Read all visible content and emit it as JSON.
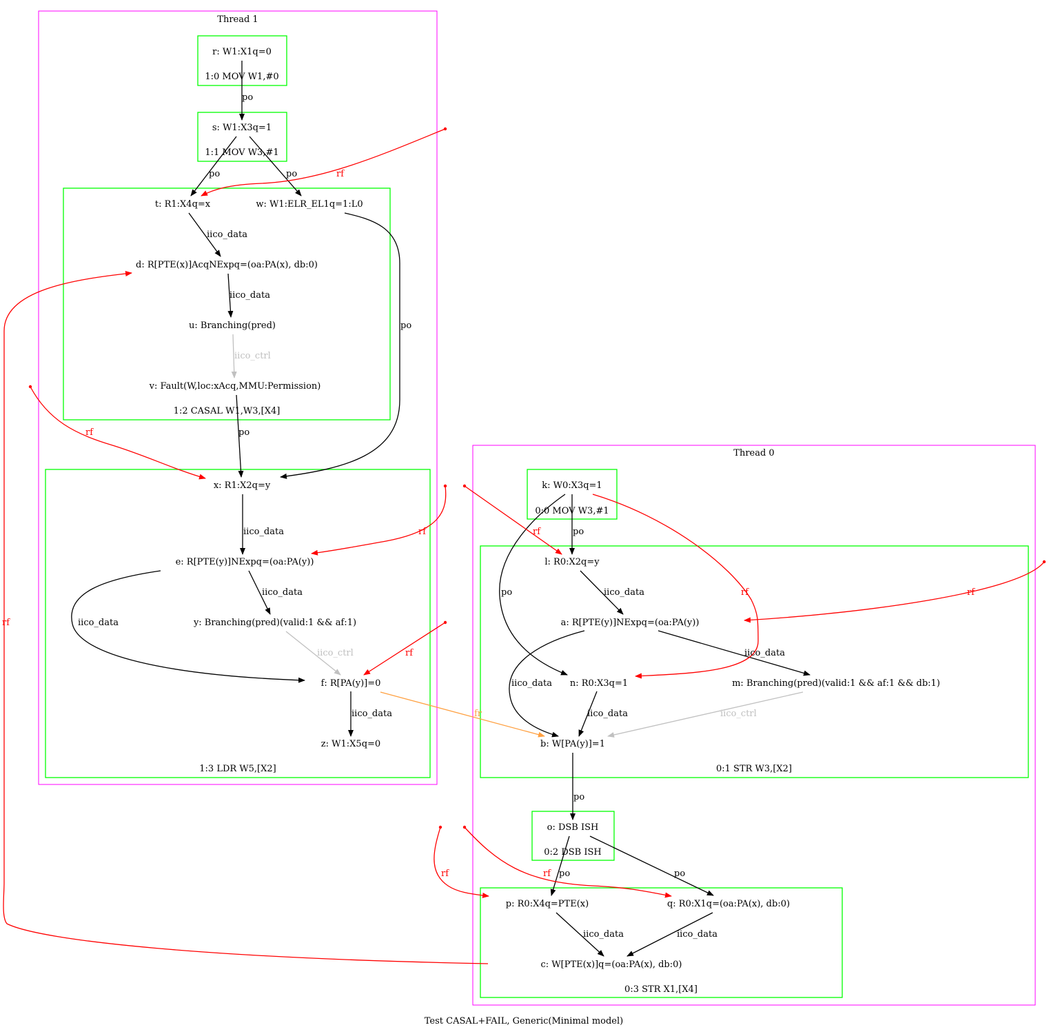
{
  "caption": "Test CASAL+FAIL, Generic(Minimal model)",
  "colors": {
    "thread_box": "#ff00ff",
    "instr_box": "#00ff00",
    "po": "#000000",
    "iico_data": "#000000",
    "iico_ctrl": "#c0c0c0",
    "rf": "#ff0000",
    "fr": "#ffa040"
  },
  "threads": {
    "t1": {
      "label": "Thread 1"
    },
    "t0": {
      "label": "Thread 0"
    }
  },
  "instructions": {
    "i10": "1:0 MOV W1,#0",
    "i11": "1:1 MOV W3,#1",
    "i12": "1:2 CASAL W1,W3,[X4]",
    "i13": "1:3 LDR W5,[X2]",
    "i00": "0:0 MOV W3,#1",
    "i01": "0:1 STR W3,[X2]",
    "i02": "0:2 DSB ISH",
    "i03": "0:3 STR X1,[X4]"
  },
  "events": {
    "r": "r: W1:X1q=0",
    "s": "s: W1:X3q=1",
    "t": "t: R1:X4q=x",
    "w": "w: W1:ELR_EL1q=1:L0",
    "d": "d: R[PTE(x)]AcqNExpq=(oa:PA(x), db:0)",
    "u": "u: Branching(pred)",
    "v": "v: Fault(W,loc:xAcq,MMU:Permission)",
    "x": "x: R1:X2q=y",
    "e": "e: R[PTE(y)]NExpq=(oa:PA(y))",
    "y": "y: Branching(pred)(valid:1 && af:1)",
    "f": "f: R[PA(y)]=0",
    "z": "z: W1:X5q=0",
    "k": "k: W0:X3q=1",
    "l": "l: R0:X2q=y",
    "a": "a: R[PTE(y)]NExpq=(oa:PA(y))",
    "n": "n: R0:X3q=1",
    "m": "m: Branching(pred)(valid:1 && af:1 && db:1)",
    "b": "b: W[PA(y)]=1",
    "o": "o: DSB ISH",
    "p": "p: R0:X4q=PTE(x)",
    "q": "q: R0:X1q=(oa:PA(x), db:0)",
    "c": "c: W[PTE(x)]q=(oa:PA(x), db:0)"
  },
  "edge_labels": {
    "po": "po",
    "rf": "rf",
    "fr": "fr",
    "iico_data": "iico_data",
    "iico_ctrl": "iico_ctrl"
  }
}
